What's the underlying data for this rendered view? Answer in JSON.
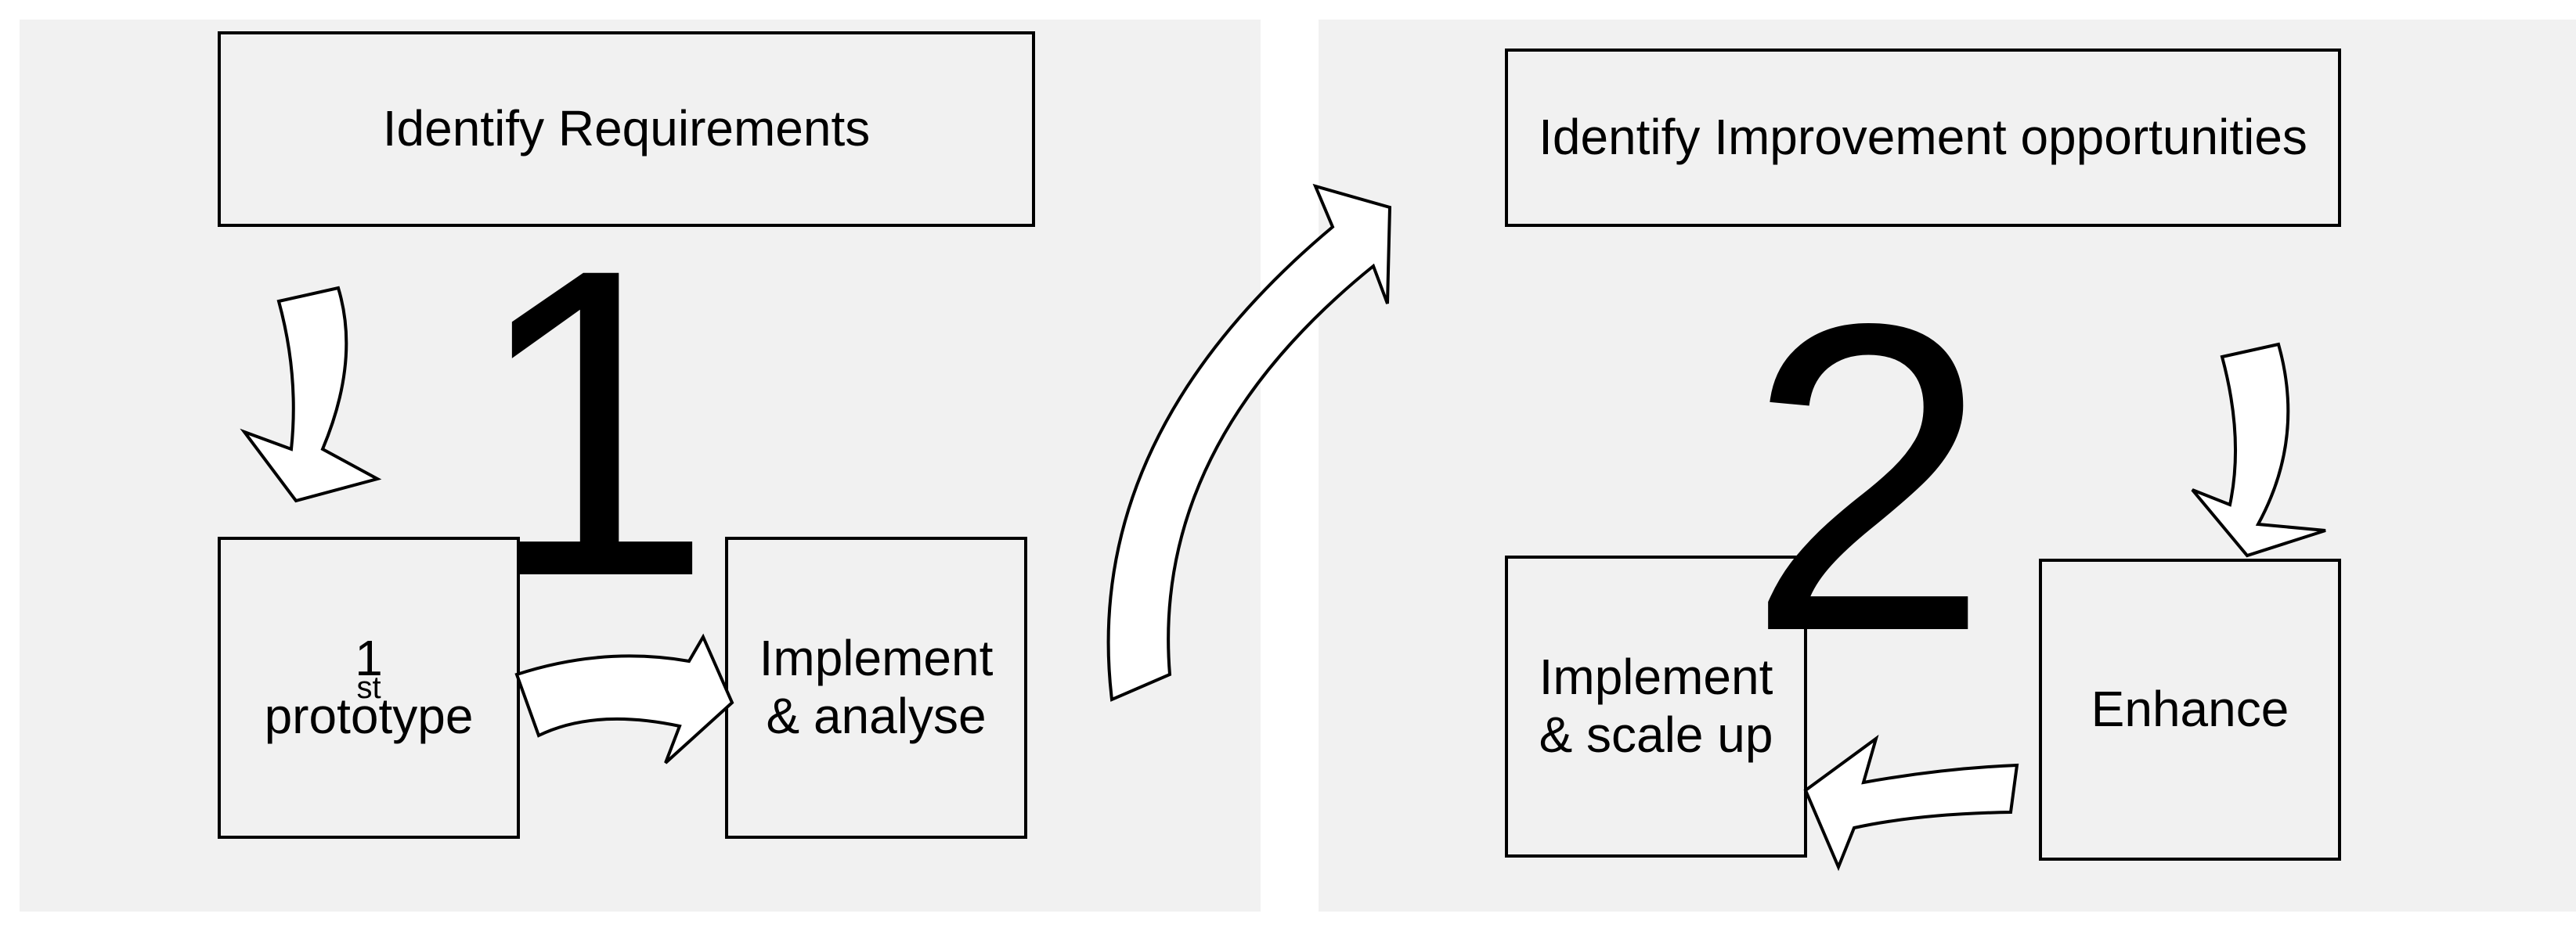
{
  "phase1": {
    "number": "1",
    "top_box": "Identify Requirements",
    "left_box": {
      "main": "1",
      "sup": "st",
      "line2": "prototype"
    },
    "right_box": {
      "line1": "Implement",
      "line2": "& analyse"
    }
  },
  "phase2": {
    "number": "2",
    "top_box": "Identify Improvement opportunities",
    "left_box": {
      "line1": "Implement",
      "line2": "& scale up"
    },
    "right_box": "Enhance"
  },
  "colors": {
    "panel": "#f1f1f1",
    "stroke": "#000000",
    "arrow_fill": "#ffffff"
  }
}
